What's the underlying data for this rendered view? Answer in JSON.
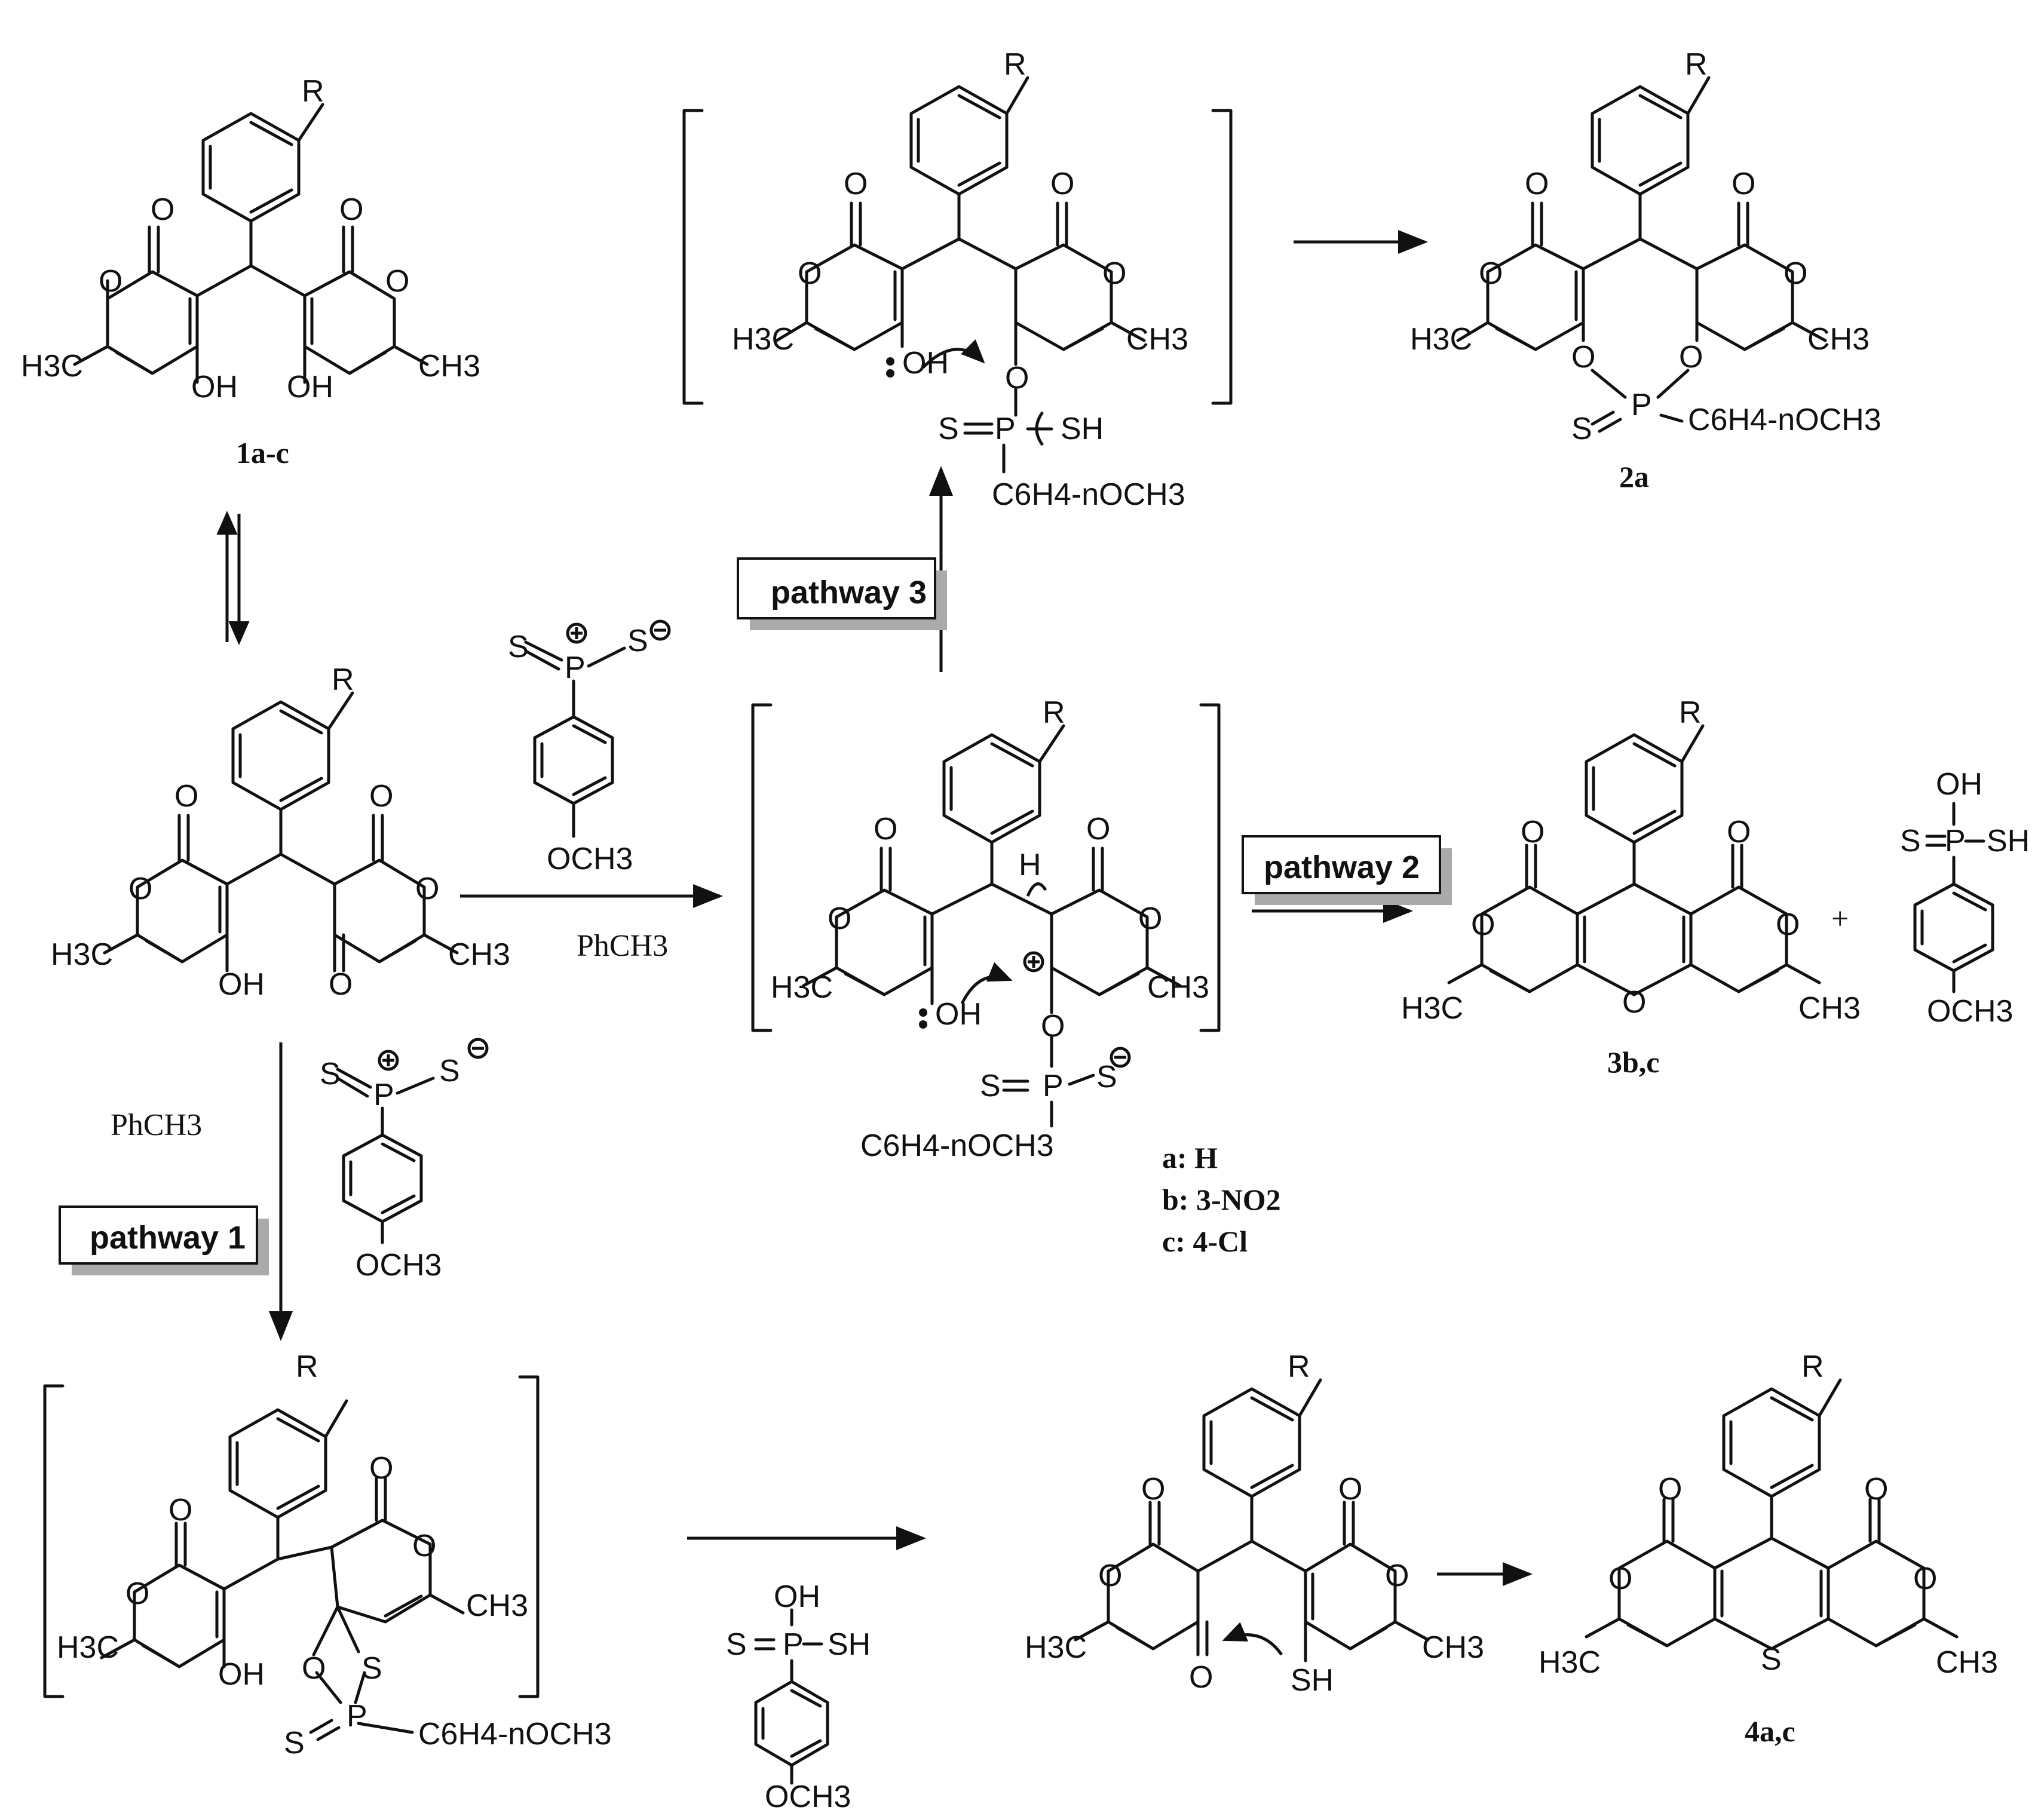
{
  "compounds": {
    "c1": "1a-c",
    "c2": "2a",
    "c3": "3b,c",
    "c4": "4a,c"
  },
  "pathways": {
    "p1": "pathway 1",
    "p2": "pathway 2",
    "p3": "pathway 3"
  },
  "solvent": "PhCH3",
  "substituents": [
    "a: H",
    "b: 3-NO2",
    "c: 4-Cl"
  ],
  "labels": {
    "R": "R",
    "O": "O",
    "OH": "OH",
    "SH": "SH",
    "S": "S",
    "P": "P",
    "H": "H",
    "ch3": "CH3",
    "h3c": "H3C",
    "och3": "OCH3",
    "aryl": "C6H4-nOCH3"
  },
  "colors": {
    "ink": "#111111",
    "box_shadow": "#aaaaaa",
    "background": "#ffffff"
  }
}
